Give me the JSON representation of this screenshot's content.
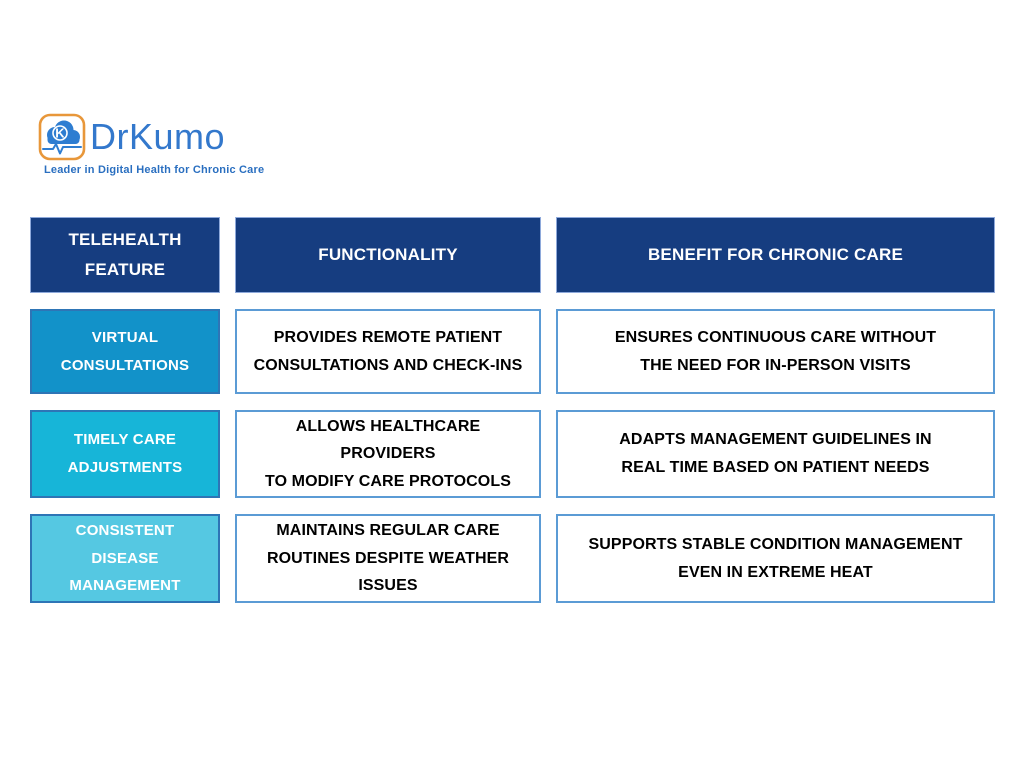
{
  "logo": {
    "brand": "DrKumo",
    "tagline": "Leader in Digital Health for Chronic Care",
    "icon": "drkumo-cloud-k-heartbeat-icon",
    "brand_color": "#3378CC",
    "tagline_color": "#2A6FC0",
    "icon_border_color": "#E8973A",
    "icon_cloud_color": "#2E7DD1"
  },
  "colors": {
    "header_bg": "#163D80",
    "header_text": "#FFFFFF",
    "row_feature_colors": [
      "#1292C9",
      "#17B5D8",
      "#55C8E2"
    ],
    "feature_border": "#2E75B6",
    "body_border": "#5B9BD5",
    "body_text": "#000000",
    "page_bg": "#FFFFFF"
  },
  "table": {
    "headers": [
      "TELEHEALTH\nFEATURE",
      "FUNCTIONALITY",
      "BENEFIT FOR CHRONIC CARE"
    ],
    "rows": [
      {
        "feature": "VIRTUAL\nCONSULTATIONS",
        "functionality": "PROVIDES REMOTE PATIENT\nCONSULTATIONS AND CHECK-INS",
        "benefit": "ENSURES CONTINUOUS CARE WITHOUT\nTHE NEED FOR IN-PERSON VISITS"
      },
      {
        "feature": "TIMELY CARE\nADJUSTMENTS",
        "functionality": "ALLOWS HEALTHCARE PROVIDERS\nTO MODIFY CARE PROTOCOLS",
        "benefit": "ADAPTS MANAGEMENT GUIDELINES IN\nREAL TIME BASED ON PATIENT NEEDS",
        "note": ""
      },
      {
        "feature": "CONSISTENT DISEASE\nMANAGEMENT",
        "functionality": "MAINTAINS REGULAR CARE\nROUTINES DESPITE WEATHER\nISSUES",
        "benefit": "SUPPORTS STABLE CONDITION MANAGEMENT\nEVEN IN EXTREME HEAT"
      }
    ]
  }
}
